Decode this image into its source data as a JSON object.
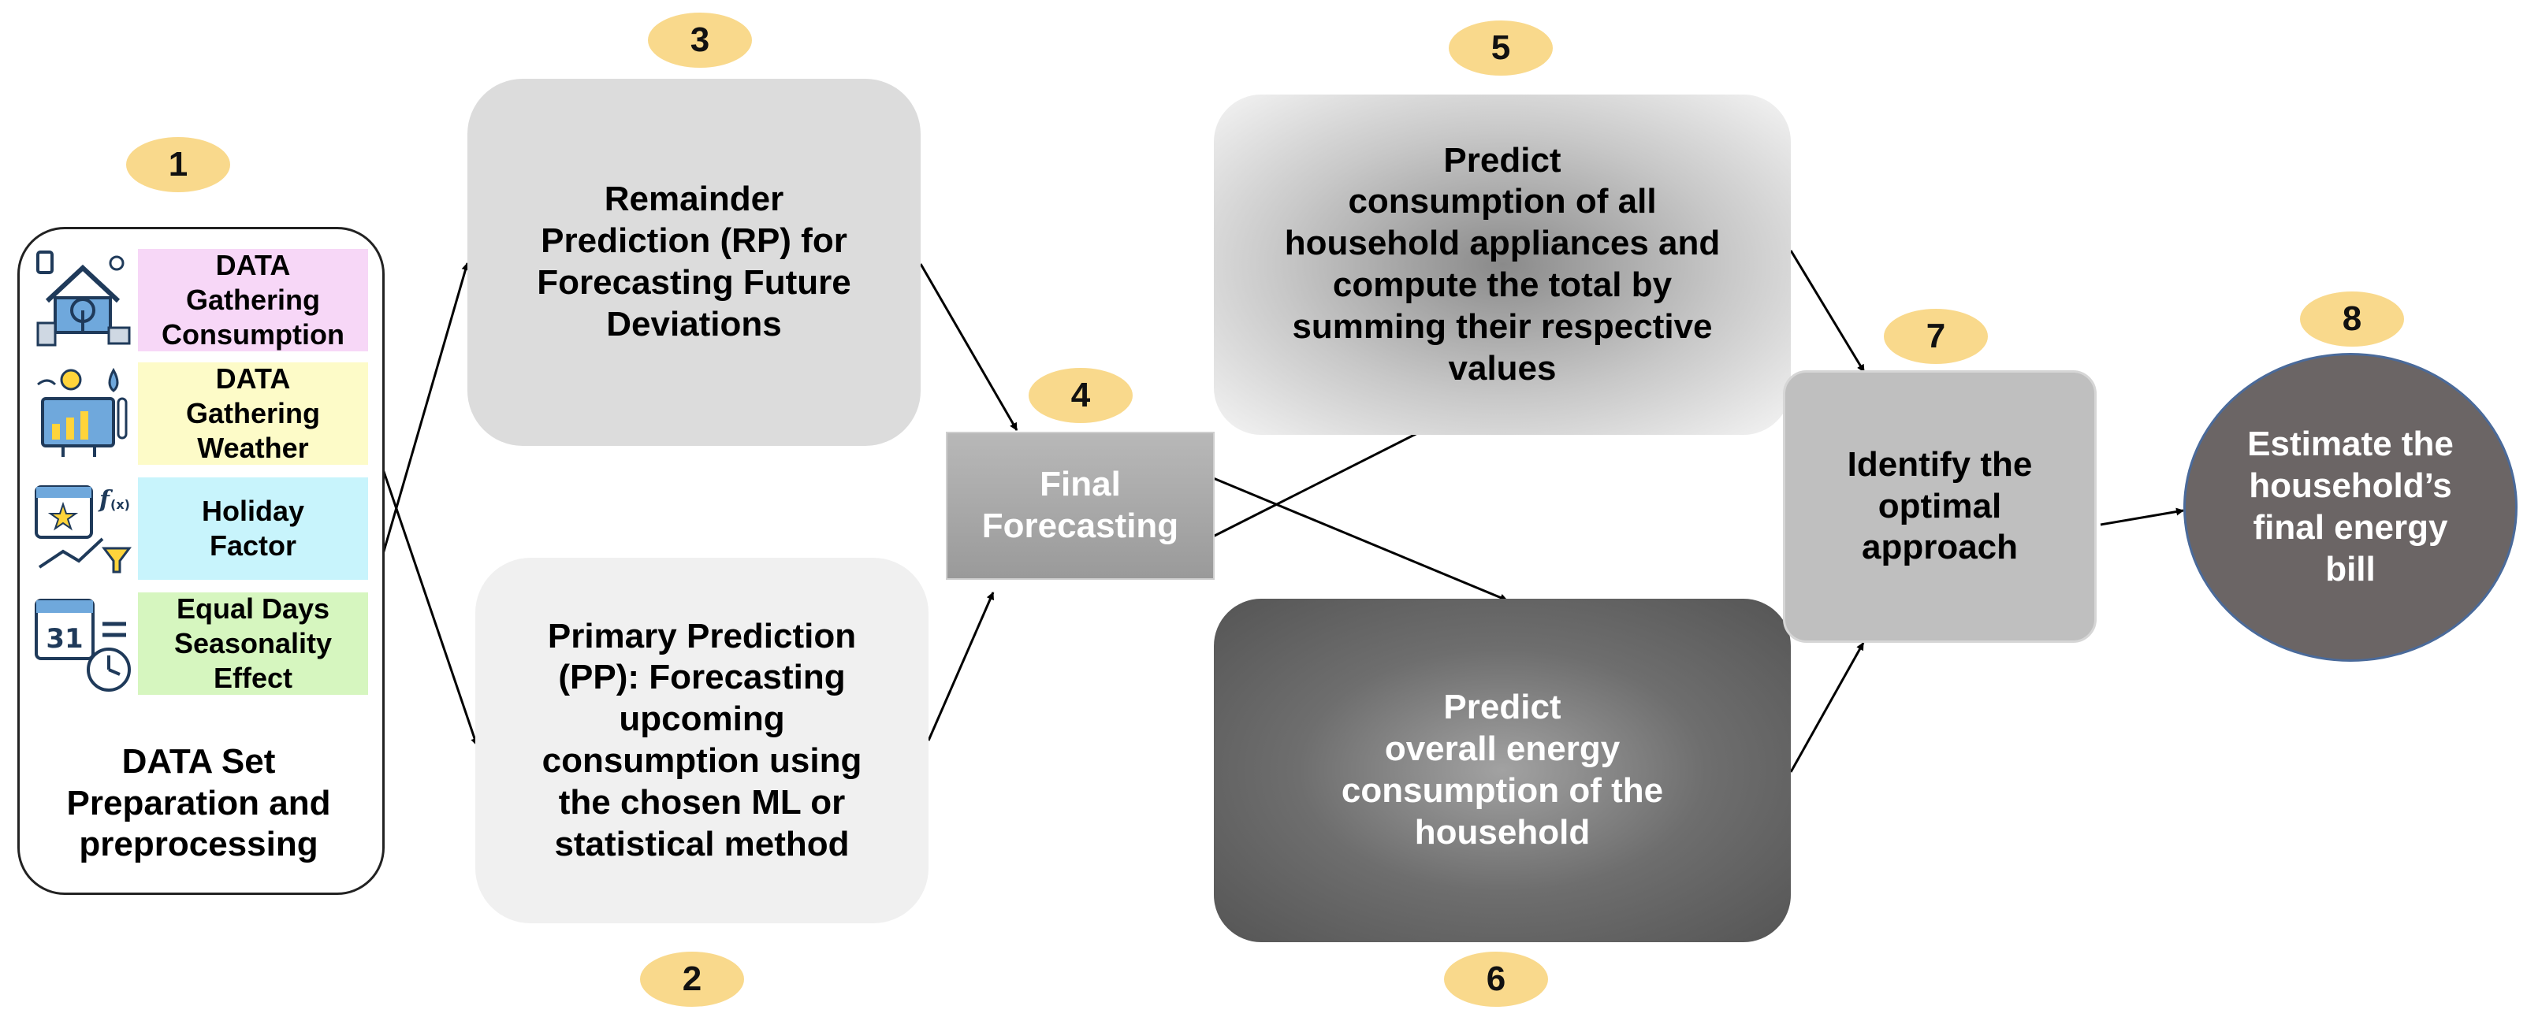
{
  "badges": [
    "1",
    "2",
    "3",
    "4",
    "5",
    "6",
    "7",
    "8"
  ],
  "step1": {
    "items": [
      {
        "label": "DATA\nGathering\nConsumption",
        "color": "#f7d7f7",
        "icon": "smart-home-icon"
      },
      {
        "label": "DATA\nGathering\nWeather",
        "color": "#fdfbc8",
        "icon": "weather-monitor-icon"
      },
      {
        "label": "Holiday\nFactor",
        "color": "#c8f4fc",
        "icon": "calendar-function-icon"
      },
      {
        "label": "Equal Days\nSeasonality\nEffect",
        "color": "#d6f6bf",
        "icon": "calendar-clock-icon"
      }
    ],
    "footer": "DATA Set\nPreparation and\npreprocessing"
  },
  "step2": "Primary Prediction\n(PP): Forecasting\nupcoming\nconsumption using\nthe chosen ML or\nstatistical method",
  "step3": "Remainder\nPrediction (RP) for\nForecasting Future\nDeviations",
  "step4": "Final\nForecasting",
  "step5": "Predict\nconsumption of all\nhousehold appliances and\ncompute the total by\nsumming their respective\nvalues",
  "step6": "Predict\noverall energy\nconsumption of the\nhousehold",
  "step7": "Identify the\noptimal\napproach",
  "step8": "Estimate the\nhousehold’s\nfinal energy\nbill",
  "colors": {
    "badge": "#f9d98c",
    "box_light_gray": "#dcdcdc",
    "box_lighter_gray": "#f0f0f0",
    "box_mid_gray": "#a6a6a6",
    "box_dark_gray": "#666666",
    "circle": "#6b6565"
  }
}
